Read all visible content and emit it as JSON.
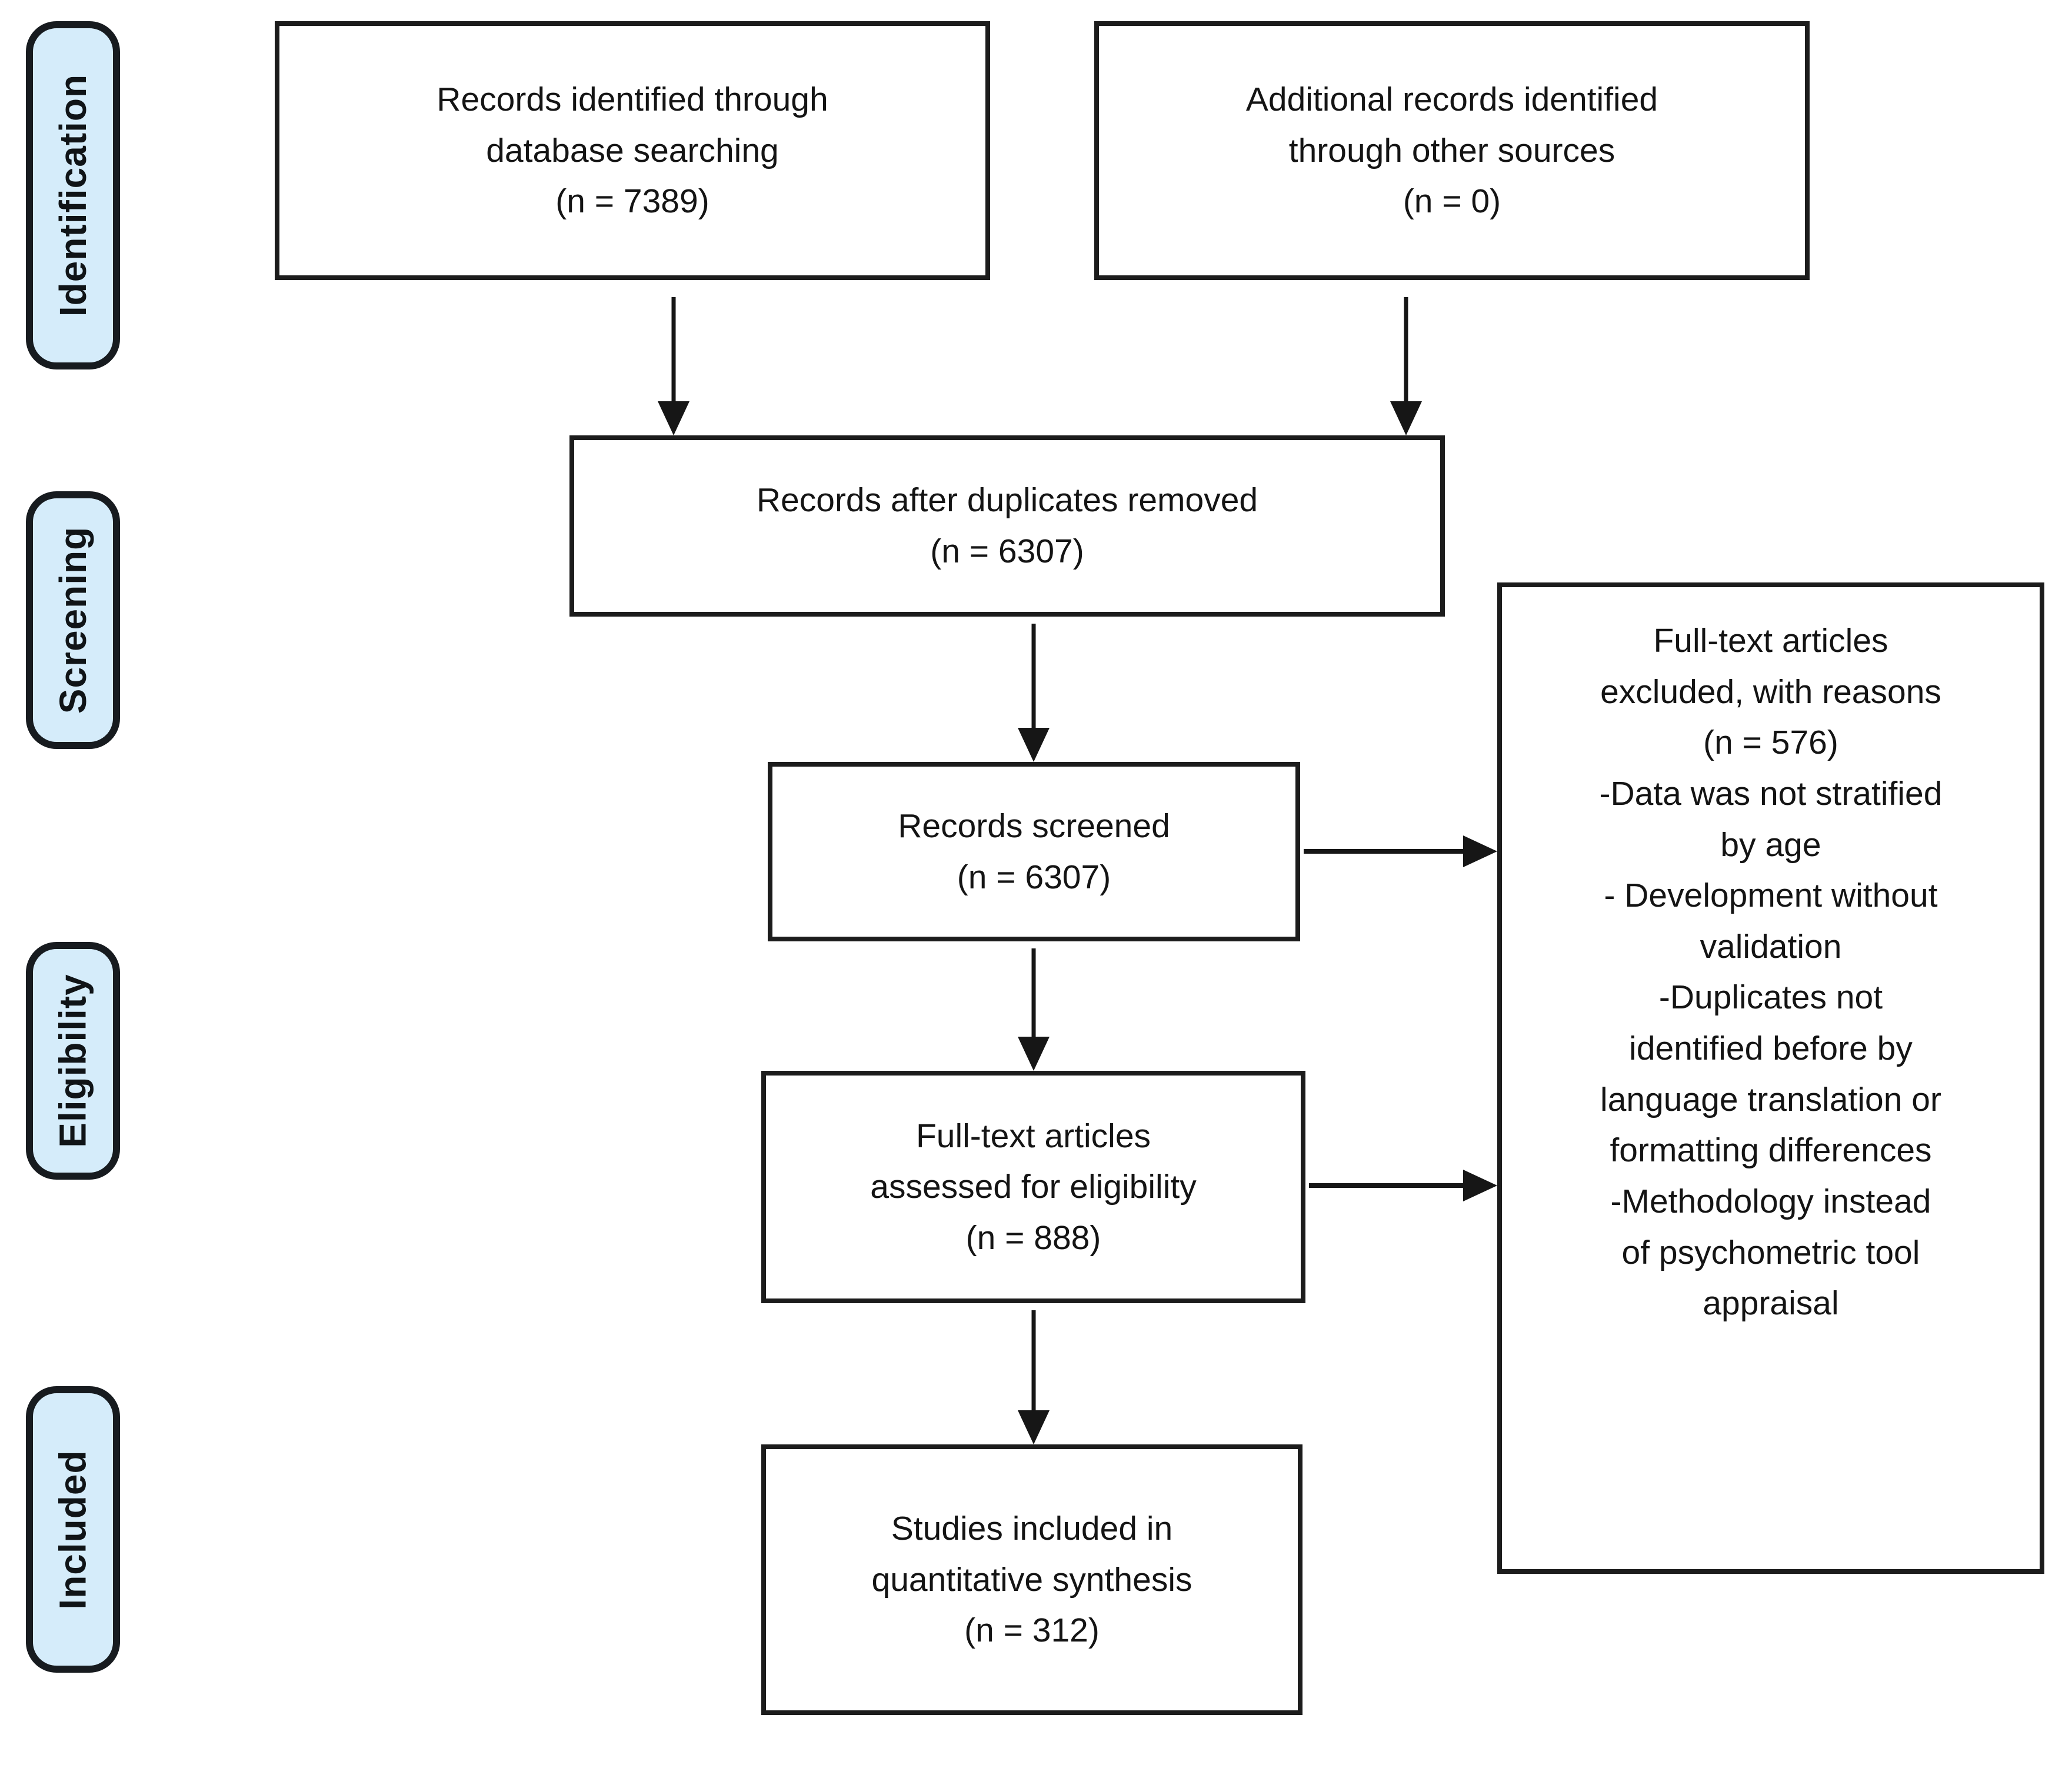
{
  "diagram": {
    "stages": [
      {
        "label": "Identification"
      },
      {
        "label": "Screening"
      },
      {
        "label": "Eligibility"
      },
      {
        "label": "Included"
      }
    ],
    "boxes": {
      "identified": {
        "lines": [
          "Records identified through",
          "database searching",
          "(n = 7389)"
        ]
      },
      "additional": {
        "lines": [
          "Additional records identified",
          "through other sources",
          "(n = 0)"
        ]
      },
      "deduplicated": {
        "lines": [
          "Records after duplicates removed",
          "(n = 6307)"
        ]
      },
      "screened": {
        "lines": [
          "Records screened",
          "(n = 6307)"
        ]
      },
      "fulltext": {
        "lines": [
          "Full-text articles",
          "assessed for eligibility",
          "(n = 888)"
        ]
      },
      "included": {
        "lines": [
          "Studies included in",
          "quantitative synthesis",
          "(n = 312)"
        ]
      },
      "excluded": {
        "lines": [
          "Full-text articles",
          "excluded, with reasons",
          "(n = 576)",
          "-Data was not stratified",
          "by age",
          "- Development without",
          "validation",
          "-Duplicates not",
          "identified before by",
          "language translation or",
          "formatting differences",
          "-Methodology instead",
          "of psychometric tool",
          "appraisal"
        ]
      }
    },
    "colors": {
      "stage_fill": "#d5ecfa",
      "stage_border": "#171b1f",
      "box_border": "#1c1c1c",
      "text": "#141414",
      "arrow": "#161616"
    }
  }
}
